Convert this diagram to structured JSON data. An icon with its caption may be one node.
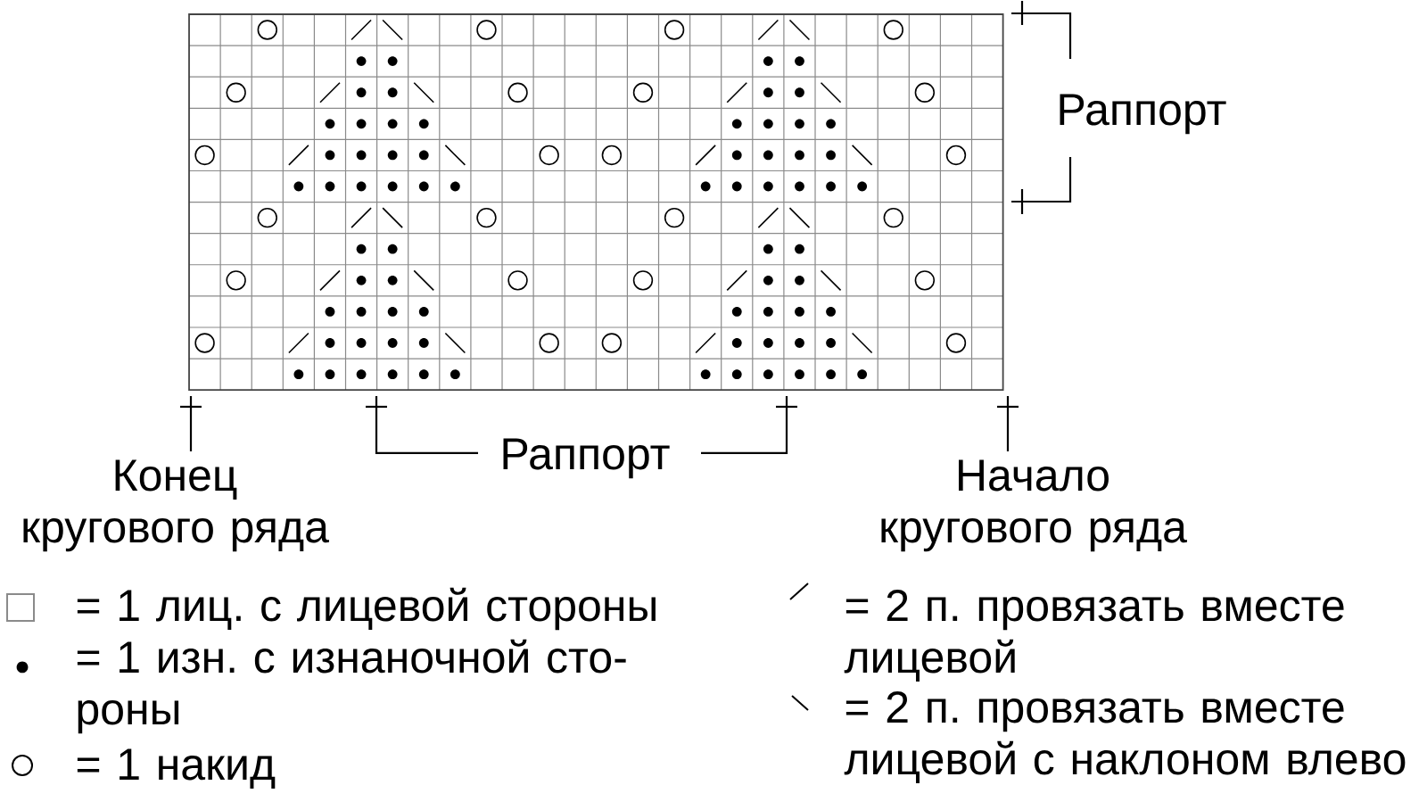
{
  "diagram": {
    "labels": [
      "Раппорт",
      "Раппорт",
      "Конец кругового ряда",
      "Начало кругового ряда"
    ],
    "legend": [
      {
        "text": "= 1 лиц. с лицевой стороны"
      },
      {
        "text": "= 1 изн. с изнаночной сто- роны"
      },
      {
        "text": "= 1 накид"
      },
      {
        "text": "= 2 п. провязать вместе лицевой"
      },
      {
        "text": "= 2 п. провязать вместе лицевой с наклоном влево"
      }
    ]
  }
}
